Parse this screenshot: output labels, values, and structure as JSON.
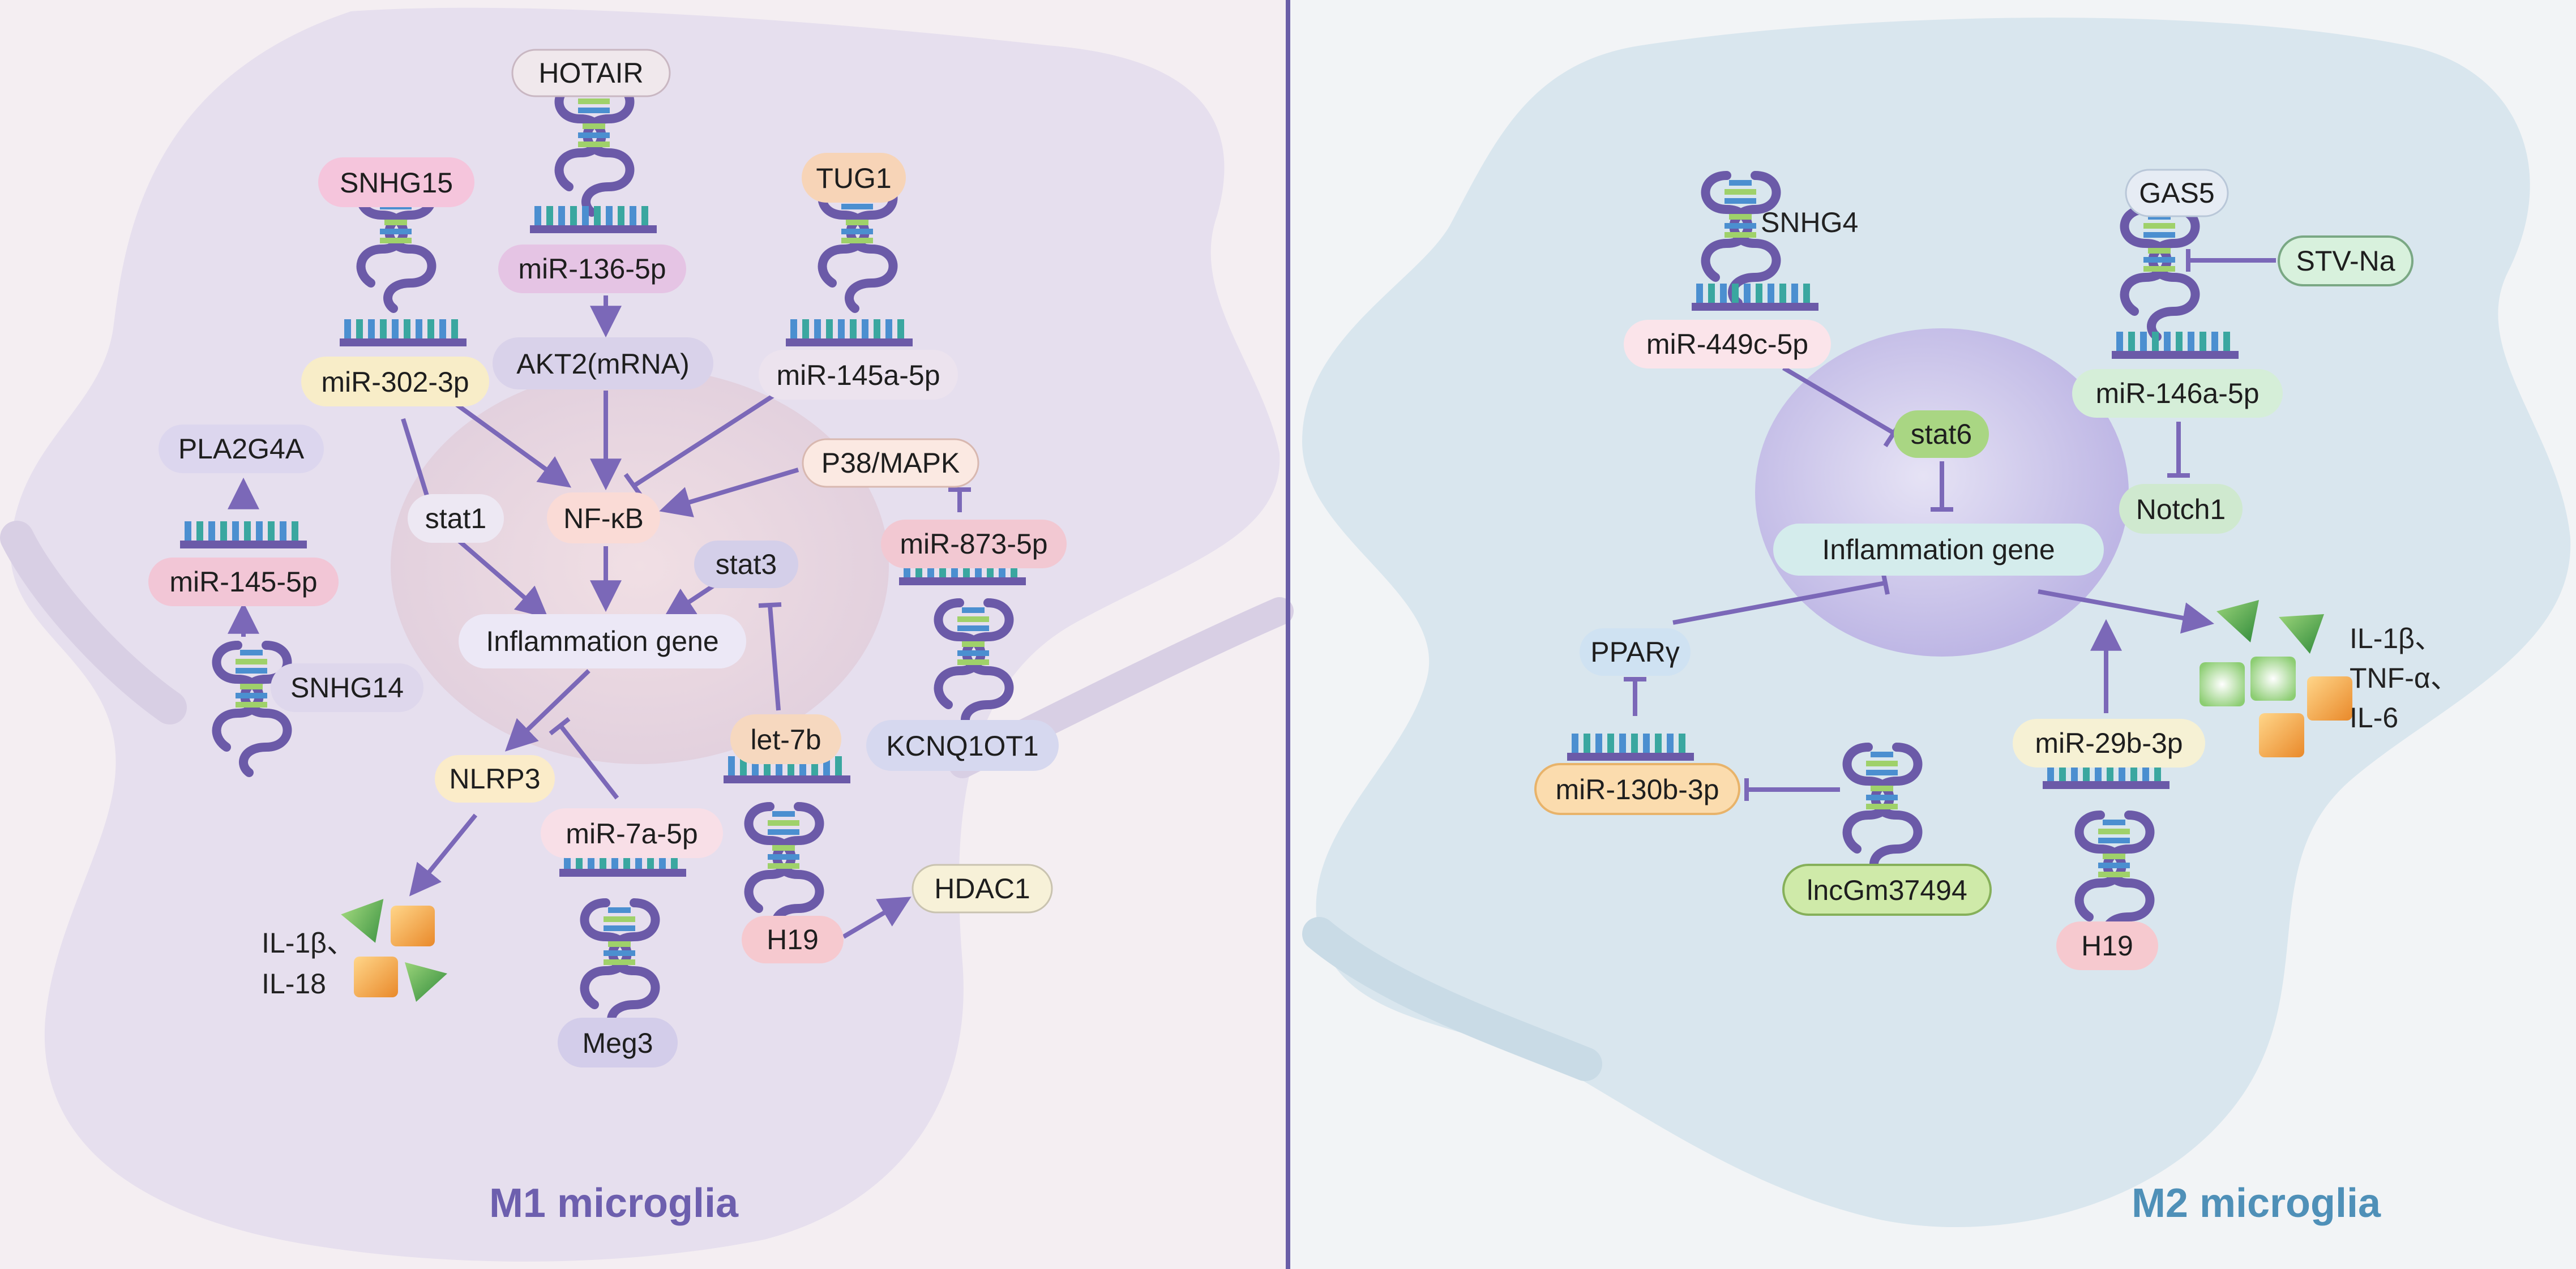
{
  "colors": {
    "arrow": "#7b68b8",
    "m1_bg": "#e8e1ef",
    "m2_bg": "#dbe7ef",
    "m1_title": "#6d5fae",
    "m2_title": "#4f90b8",
    "divider": "#6a5ea8"
  },
  "icons": {
    "rna": "rna-strand-icon",
    "ladder": "mirna-ladder-icon",
    "triangle": "cytokine-triangle-icon",
    "square": "cytokine-square-icon"
  },
  "m1": {
    "title": "M1 microglia",
    "nodes": {
      "hotair": "HOTAIR",
      "mir136": "miR-136-5p",
      "akt2": "AKT2(mRNA)",
      "snhg15": "SNHG15",
      "mir302": "miR-302-3p",
      "tug1": "TUG1",
      "mir145a": "miR-145a-5p",
      "pla2g4a": "PLA2G4A",
      "mir145": "miR-145-5p",
      "snhg14": "SNHG14",
      "stat1": "stat1",
      "nfkb": "NF-κB",
      "p38": "P38/MAPK",
      "mir873": "miR-873-5p",
      "kcnq": "KCNQ1OT1",
      "stat3": "stat3",
      "inflam": "Inflammation gene",
      "nlrp3": "NLRP3",
      "mir7a": "miR-7a-5p",
      "meg3": "Meg3",
      "let7b": "let-7b",
      "h19": "H19",
      "hdac1": "HDAC1"
    },
    "cytokines": [
      "IL-1β、",
      "IL-18"
    ]
  },
  "m2": {
    "title": "M2 microglia",
    "nodes": {
      "snhg4": "SNHG4",
      "mir449": "miR-449c-5p",
      "gas5": "GAS5",
      "stvna": "STV-Na",
      "mir146": "miR-146a-5p",
      "notch1": "Notch1",
      "stat6": "stat6",
      "inflam": "Inflammation gene",
      "ppar": "PPARγ",
      "mir130": "miR-130b-3p",
      "lnc": "lncGm37494",
      "mir29": "miR-29b-3p",
      "h19": "H19"
    },
    "cytokines": [
      "IL-1β、",
      "TNF-α、",
      "IL-6"
    ]
  }
}
